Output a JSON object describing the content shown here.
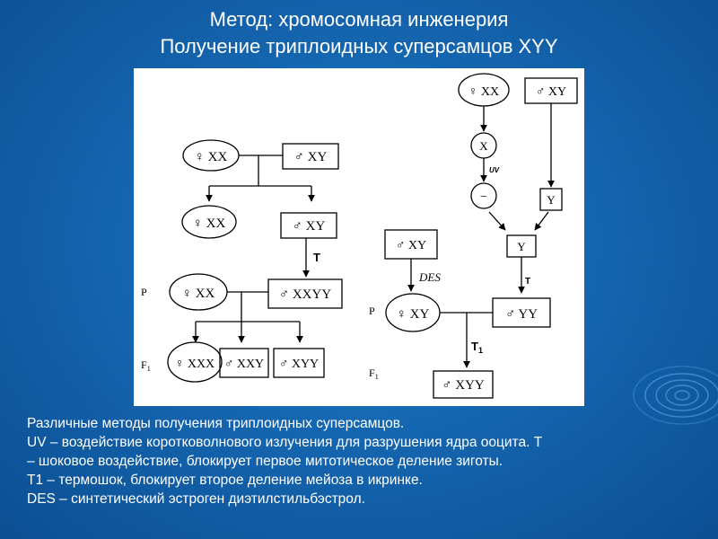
{
  "title": {
    "line1": "Метод: хромосомная инженерия",
    "line2": "Получение триплоидных суперсамцов XYY"
  },
  "diagram": {
    "left": {
      "parent_female": "♀ XX",
      "parent_male": "♂ XY",
      "child_female": "♀ XX",
      "child_male": "♂ XY",
      "treatment": "T",
      "p_label": "P",
      "p_female": "♀ XX",
      "p_male": "♂ XXYY",
      "f1_label": "F",
      "f1_sub": "1",
      "f1_a": "♀ XXX",
      "f1_b": "♂ XXY",
      "f1_c": "♂ XYY"
    },
    "right": {
      "female": "♀ XX",
      "male": "♂ XY",
      "x": "X",
      "uv": "UV",
      "minus": "−",
      "y_small": "Y",
      "y_combined": "Y",
      "t": "T",
      "des_male": "♂ XY",
      "des": "DES",
      "p_label": "P",
      "p_female": "♀ XY",
      "p_male": "♂ YY",
      "t1": "T",
      "t1_sub": "1",
      "f1_label": "F",
      "f1_sub": "1",
      "f1": "♂ XYY"
    }
  },
  "caption": {
    "line1": "Различные методы получения триплоидных суперсамцов.",
    "line2": "UV – воздействие коротковолнового излучения для разрушения ядра ооцита. T",
    "line3": "– шоковое воздействие, блокирует первое митотическое деление зиготы.",
    "line4": "T1 – термошок, блокирует второе деление мейоза в икринке.",
    "line5": "DES – синтетический эстроген диэтилстильбэстрол."
  },
  "colors": {
    "background": "#1566b0",
    "text": "#ffffff"
  }
}
